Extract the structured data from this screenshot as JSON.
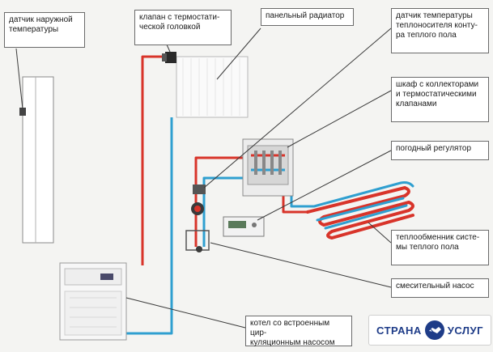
{
  "labels": {
    "outdoor_sensor": "датчик наружной\nтемпературы",
    "thermostatic_valve": "клапан с термостати-\nческой головкой",
    "panel_radiator": "панельный радиатор",
    "floor_temp_sensor": "датчик температуры\nтеплоносителя конту-\nра теплого пола",
    "manifold_cabinet": "шкаф с коллекторами\nи термостатическими\nклапанами",
    "weather_controller": "погодный регулятор",
    "floor_heat_exchanger": "теплообменник систе-\nмы теплого пола",
    "mixing_pump": "смесительный насос",
    "boiler": "котел со встроенным цир-\nкуляционным насосом"
  },
  "watermark": {
    "left": "СТРАНА",
    "right": "УСЛУГ"
  },
  "colors": {
    "supply_pipe": "#d8342a",
    "return_pipe": "#2f9fd0",
    "leader_line": "#3a3a3a",
    "label_border": "#6a6a6a",
    "watermark_blue": "#1e3c88"
  }
}
